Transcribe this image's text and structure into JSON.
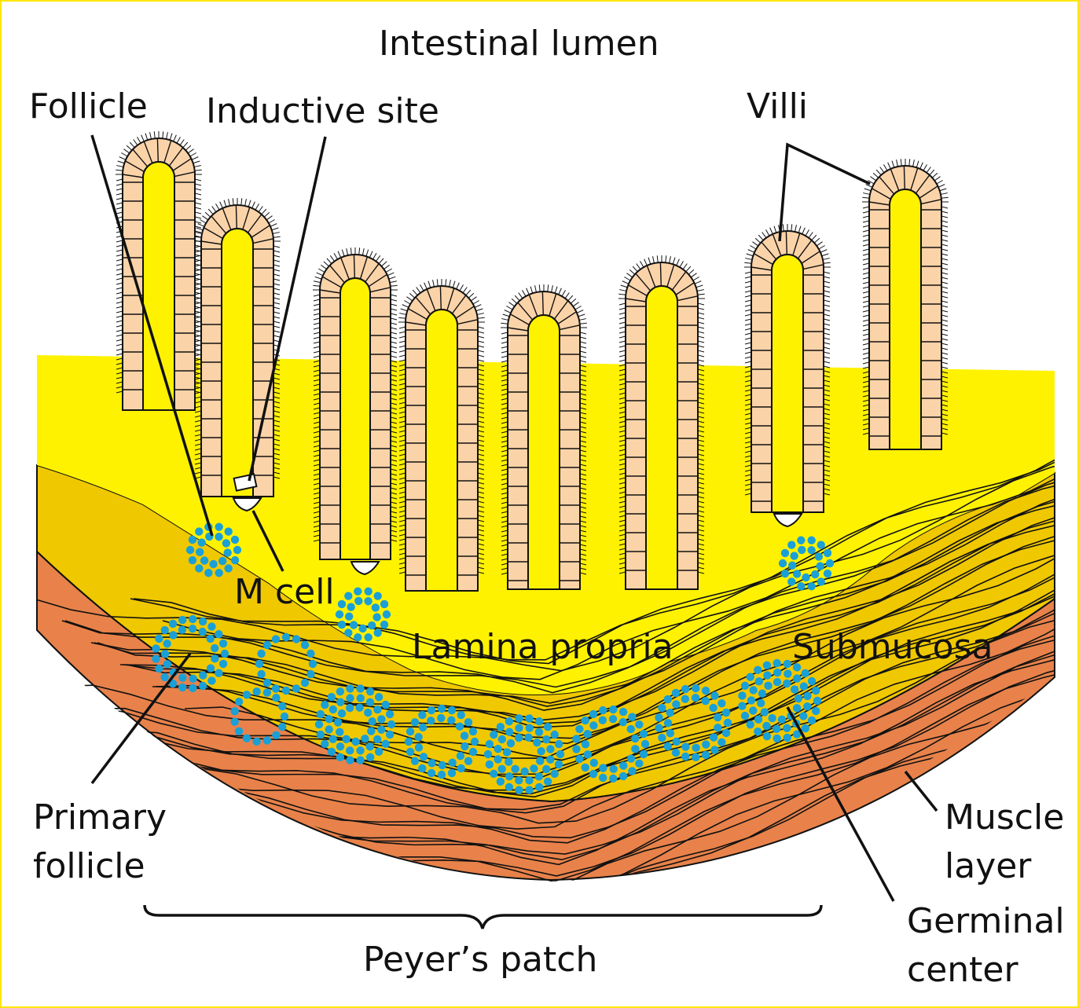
{
  "labels": {
    "lumen": "Intestinal lumen",
    "follicle": "Follicle",
    "inductive_site": "Inductive site",
    "villi": "Villi",
    "m_cell": "M cell",
    "lamina_propria": "Lamina propria",
    "submucosa": "Submucosa",
    "primary_follicle": "Primary\nfollicle",
    "muscle_layer": "Muscle\nlayer",
    "germinal_center": "Germinal\ncenter",
    "peyers_patch": "Peyer’s patch"
  },
  "colors": {
    "frame": "#ffe600",
    "lamina_propria": "#fff200",
    "submucosa": "#f0c800",
    "muscle": "#e8824a",
    "epithelium": "#fbd3a8",
    "lymphocyte": "#1aa0d6",
    "line": "#111111"
  }
}
